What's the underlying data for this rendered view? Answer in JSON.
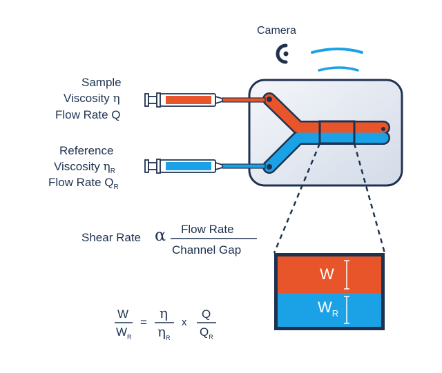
{
  "camera": {
    "label": "Camera",
    "icon": "camera-icon"
  },
  "sample": {
    "title": "Sample",
    "viscosity_label": "Viscosity",
    "viscosity_symbol": "η",
    "flow_label": "Flow Rate",
    "flow_symbol": "Q",
    "color": "#e8552a"
  },
  "reference": {
    "title": "Reference",
    "viscosity_label": "Viscosity",
    "viscosity_symbol": "η",
    "viscosity_sub": "R",
    "flow_label": "Flow Rate",
    "flow_symbol": "Q",
    "flow_sub": "R",
    "color": "#1ba1e6"
  },
  "shear": {
    "label": "Shear Rate",
    "proportional": "α",
    "numerator": "Flow Rate",
    "denominator": "Channel Gap"
  },
  "zoom": {
    "w_label": "W",
    "wr_label": "W",
    "wr_sub": "R"
  },
  "equation": {
    "lhs_num": "W",
    "lhs_den": "W",
    "lhs_den_sub": "R",
    "eq": "=",
    "eta_num": "η",
    "eta_den": "η",
    "eta_den_sub": "R",
    "times": "x",
    "q_num": "Q",
    "q_den": "Q",
    "q_den_sub": "R"
  },
  "colors": {
    "outline": "#1e3250",
    "chip_fill": "#e4e9f2",
    "wave": "#1ba1e6"
  }
}
